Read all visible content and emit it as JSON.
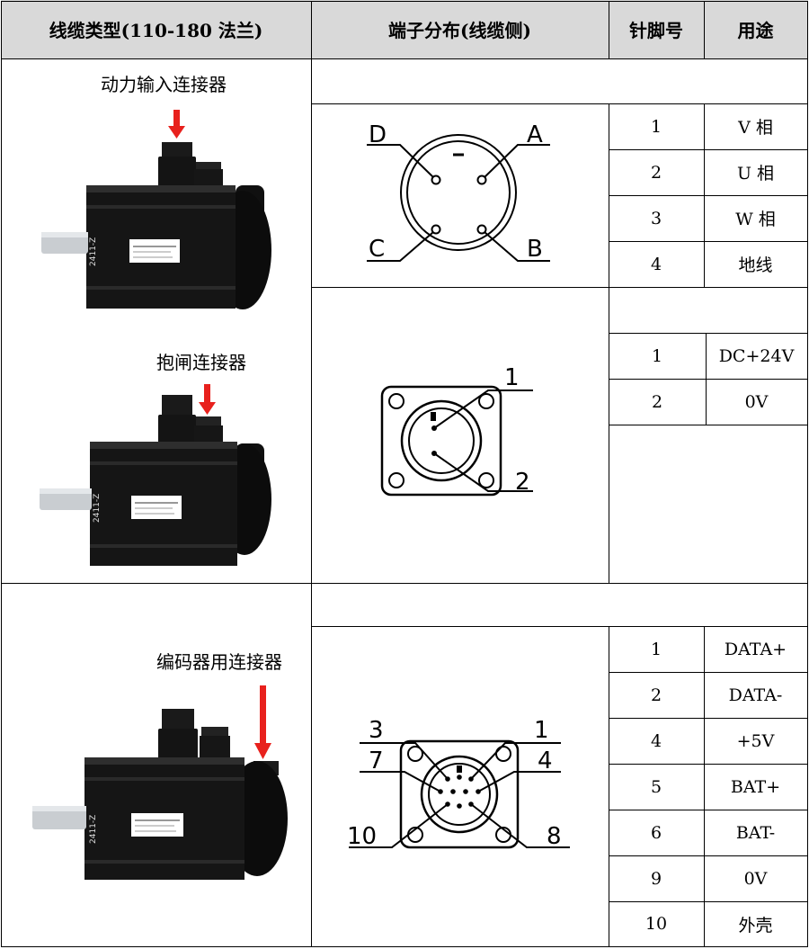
{
  "header": {
    "col1": "线缆类型(110-180 法兰)",
    "col2": "端子分布(线缆侧)",
    "col3": "针脚号",
    "col4": "用途"
  },
  "power_section": {
    "power_label": "动力输入连接器",
    "brake_label": "抱闸连接器",
    "power_connector": {
      "pins": [
        "D",
        "A",
        "C",
        "B"
      ],
      "rows": [
        {
          "pin": "1",
          "use": "V 相"
        },
        {
          "pin": "2",
          "use": "U 相"
        },
        {
          "pin": "3",
          "use": "W 相"
        },
        {
          "pin": "4",
          "use": "地线"
        }
      ]
    },
    "brake_connector": {
      "pins": [
        "1",
        "2"
      ],
      "rows": [
        {
          "pin": "1",
          "use": "DC+24V"
        },
        {
          "pin": "2",
          "use": "0V"
        }
      ]
    }
  },
  "encoder_section": {
    "label": "编码器用连接器",
    "connector": {
      "pins": [
        "3",
        "1",
        "7",
        "4",
        "10",
        "8"
      ],
      "rows": [
        {
          "pin": "1",
          "use": "DATA+"
        },
        {
          "pin": "2",
          "use": "DATA-"
        },
        {
          "pin": "4",
          "use": "+5V"
        },
        {
          "pin": "5",
          "use": "BAT+"
        },
        {
          "pin": "6",
          "use": "BAT-"
        },
        {
          "pin": "9",
          "use": "0V"
        },
        {
          "pin": "10",
          "use": "外壳"
        }
      ]
    }
  },
  "motor_label": "2411-Z",
  "colors": {
    "header_bg": "#d9d9d9",
    "arrow": "#e8211d",
    "motor": "#151515"
  }
}
